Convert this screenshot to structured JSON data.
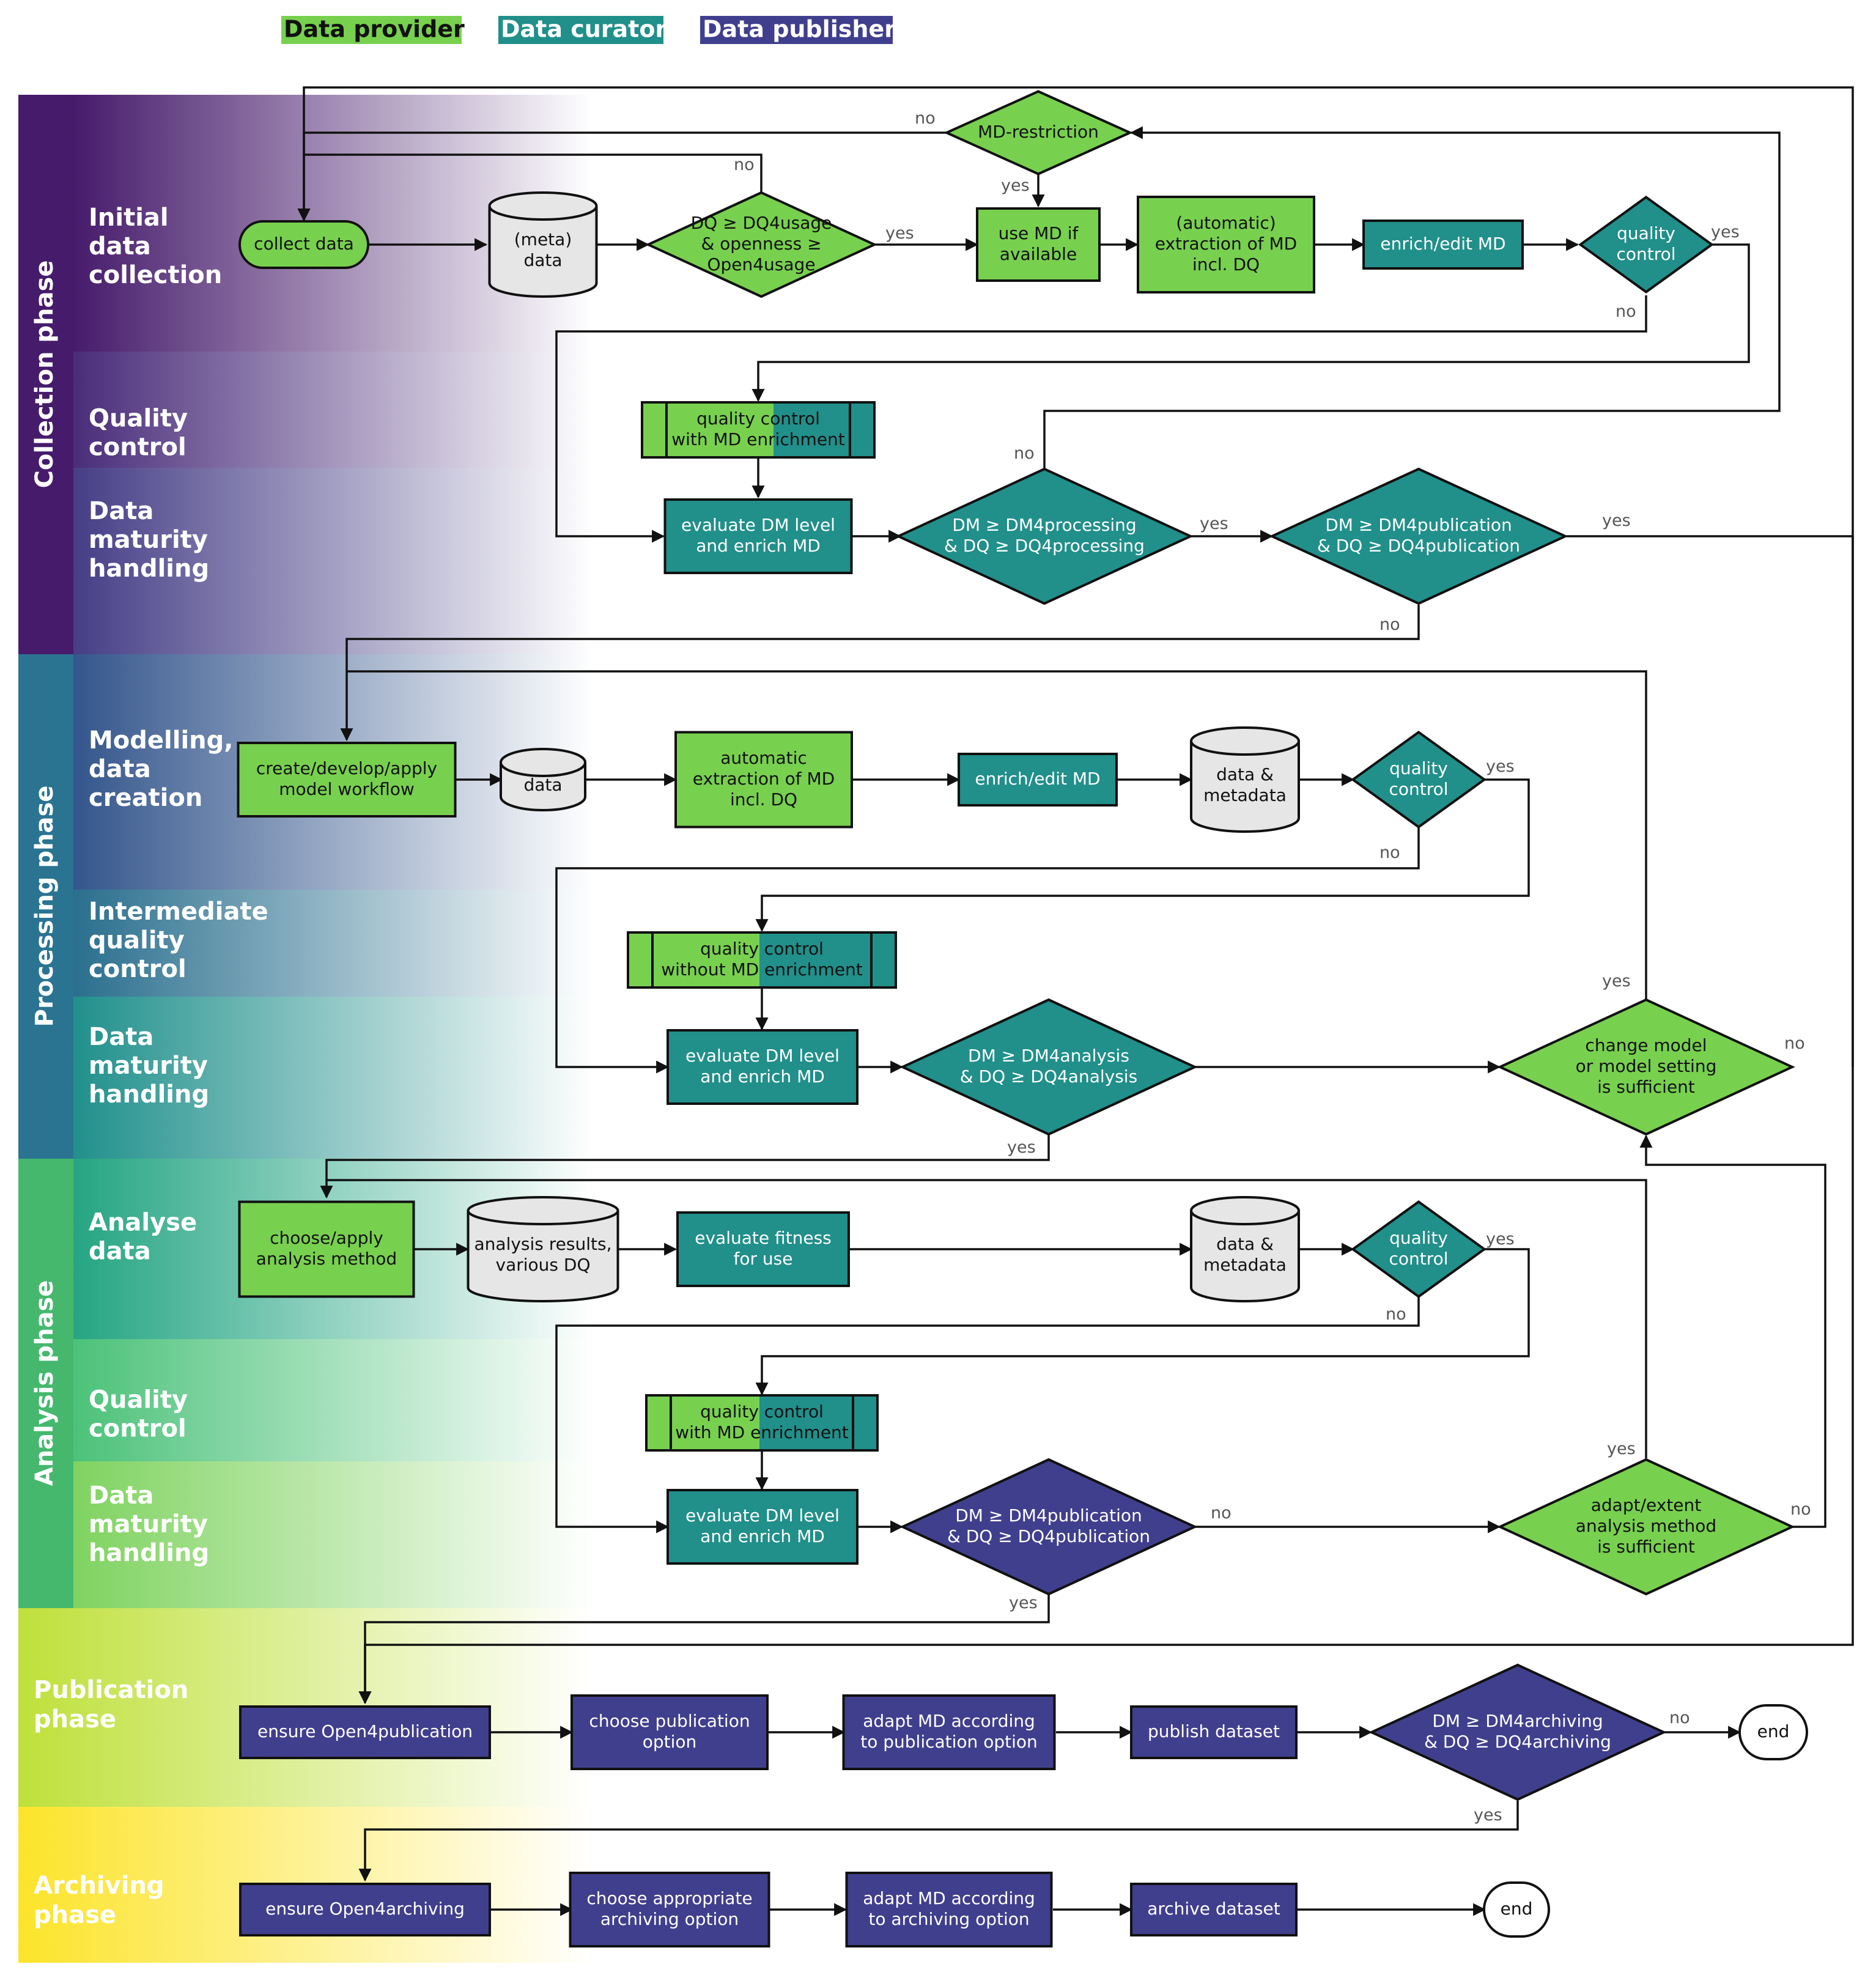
{
  "colors": {
    "provider_green": "#78d04f",
    "curator_teal": "#218f8a",
    "publisher_indigo": "#403f8d",
    "collection_purple": "#461b6b",
    "processing_teal": "#2a7491",
    "analysis_green": "#46b86e",
    "publication_lime": "#bfe03a",
    "archiving_yellow": "#fce42a",
    "storage_grey": "#e6e6e6"
  },
  "legend": {
    "provider": "Data provider",
    "curator": "Data curator",
    "publisher": "Data publisher"
  },
  "phases": {
    "collection": "Collection phase",
    "processing": "Processing phase",
    "analysis": "Analysis phase",
    "publication": "Publication\nphase",
    "archiving": "Archiving\nphase"
  },
  "stages": {
    "initial_data_collection": "Initial\ndata\ncollection",
    "collection_quality_control": "Quality\ncontrol",
    "collection_maturity": "Data\nmaturity\nhandling",
    "modelling": "Modelling,\ndata\ncreation",
    "intermediate_qc": "Intermediate\nquality\ncontrol",
    "processing_maturity": "Data\nmaturity\nhandling",
    "analyse_data": "Analyse\ndata",
    "analysis_quality_control": "Quality\ncontrol",
    "analysis_maturity": "Data\nmaturity\nhandling"
  },
  "nodes": {
    "collect_data": "collect data",
    "meta_data": "(meta)\ndata",
    "dq_usage": "DQ ≥ DQ4usage\n& openness ≥\nOpen4usage",
    "md_restriction": "MD-restriction",
    "use_md": "use MD if\navailable",
    "auto_extract_1": "(automatic)\nextraction of MD\nincl. DQ",
    "enrich_md_1": "enrich/edit MD",
    "qc_1": "quality\ncontrol",
    "qc_enrich_1": "quality control\nwith MD enrichment",
    "eval_dm_1": "evaluate DM level\nand enrich MD",
    "dm_processing": "DM ≥ DM4processing\n& DQ ≥ DQ4processing",
    "dm_publication_1": "DM ≥ DM4publication\n& DQ ≥ DQ4publication",
    "model_workflow": "create/develop/apply\nmodel workflow",
    "data": "data",
    "auto_extract_2": "automatic\nextraction of MD\nincl. DQ",
    "enrich_md_2": "enrich/edit MD",
    "data_metadata_1": "data &\nmetadata",
    "qc_2": "quality\ncontrol",
    "qc_no_enrich": "quality control\nwithout MD enrichment",
    "eval_dm_2": "evaluate DM level\nand enrich MD",
    "dm_analysis": "DM ≥ DM4analysis\n& DQ ≥ DQ4analysis",
    "change_model": "change model\nor model setting\nis sufficient",
    "analysis_method": "choose/apply\nanalysis method",
    "analysis_results": "analysis results,\nvarious DQ",
    "fitness": "evaluate fitness\nfor use",
    "data_metadata_2": "data &\nmetadata",
    "qc_3": "quality\ncontrol",
    "qc_enrich_2": "quality control\nwith MD enrichment",
    "eval_dm_3": "evaluate DM level\nand enrich MD",
    "dm_publication_2": "DM ≥ DM4publication\n& DQ ≥ DQ4publication",
    "adapt_analysis": "adapt/extent\nanalysis method\nis sufficient",
    "open4publication": "ensure Open4publication",
    "pub_option": "choose publication\noption",
    "adapt_md_pub": "adapt MD according\nto publication option",
    "publish": "publish dataset",
    "dm_archiving": "DM ≥ DM4archiving\n& DQ ≥ DQ4archiving",
    "end_1": "end",
    "open4archiving": "ensure Open4archiving",
    "arch_option": "choose appropriate\narchiving option",
    "adapt_md_arch": "adapt MD according\nto archiving option",
    "archive": "archive dataset",
    "end_2": "end"
  },
  "edge_labels": {
    "yes": "yes",
    "no": "no"
  }
}
